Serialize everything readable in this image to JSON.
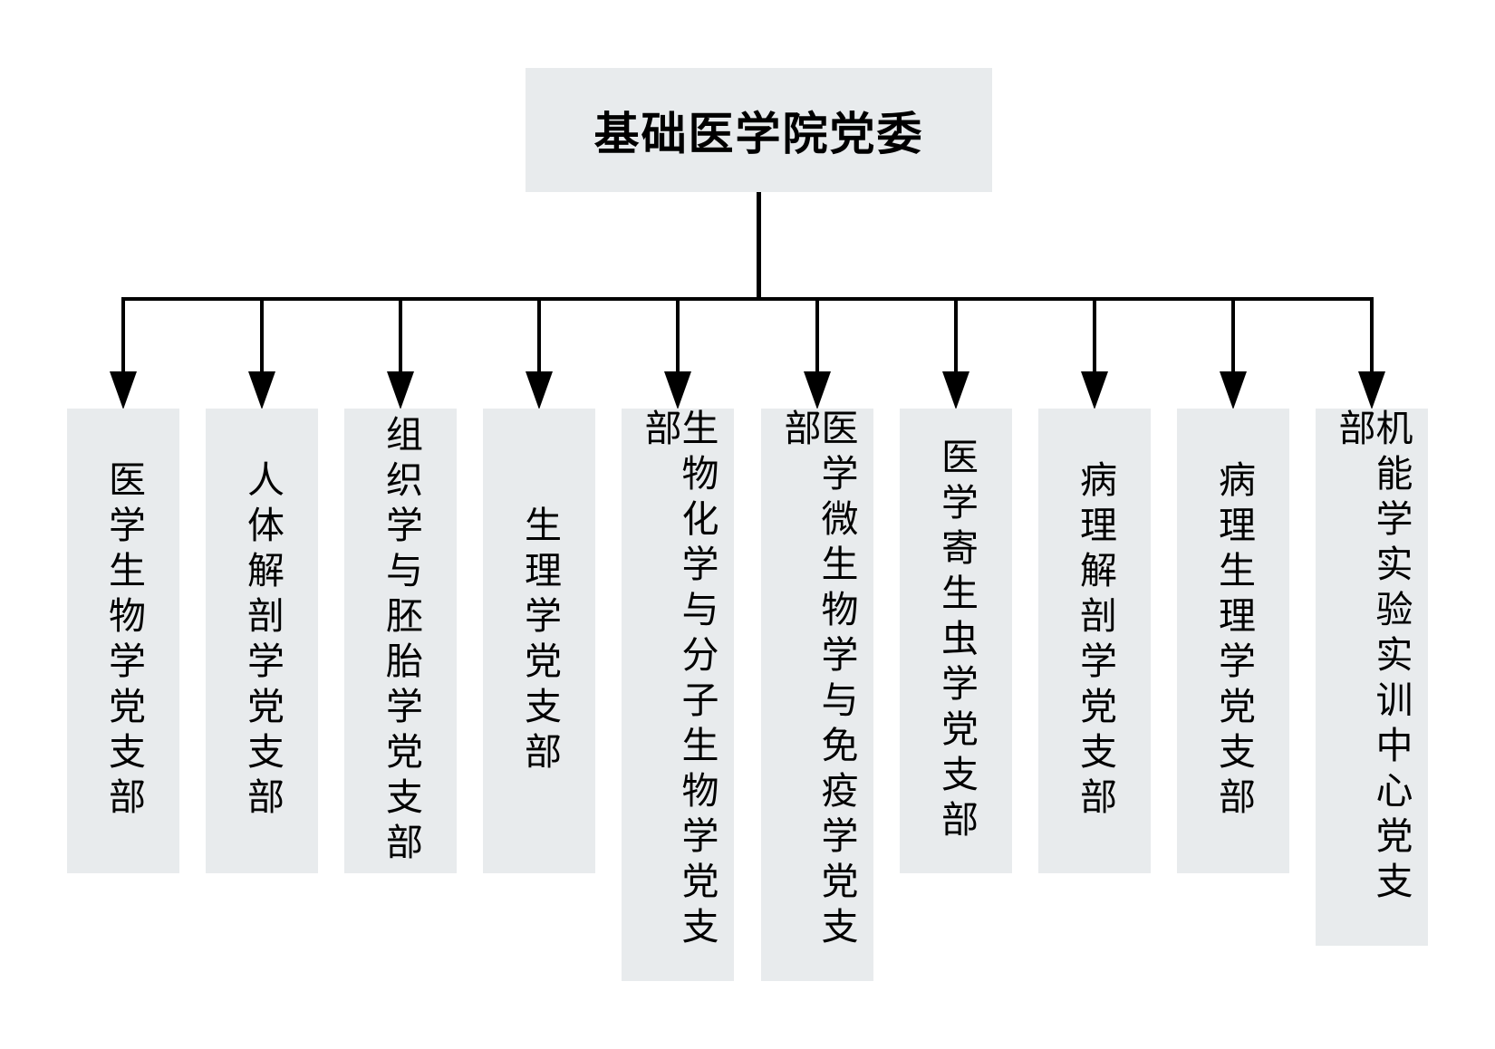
{
  "root": {
    "label": "基础医学院党委"
  },
  "branches": [
    {
      "label": "医学生物学党支部"
    },
    {
      "label": "人体解剖学党支部"
    },
    {
      "label": "组织学与胚胎学党支部"
    },
    {
      "label": "生理学党支部"
    },
    {
      "label": "生物化学与分子生物学党支部"
    },
    {
      "label": "医学微生物学与免疫学党支部"
    },
    {
      "label": "医学寄生虫学党支部"
    },
    {
      "label": "病理解剖学党支部"
    },
    {
      "label": "病理生理学党支部"
    },
    {
      "label": "机能学实验实训中心党支部"
    }
  ],
  "colors": {
    "box_fill": "#e8ebed",
    "line": "#000000",
    "text": "#000000"
  }
}
